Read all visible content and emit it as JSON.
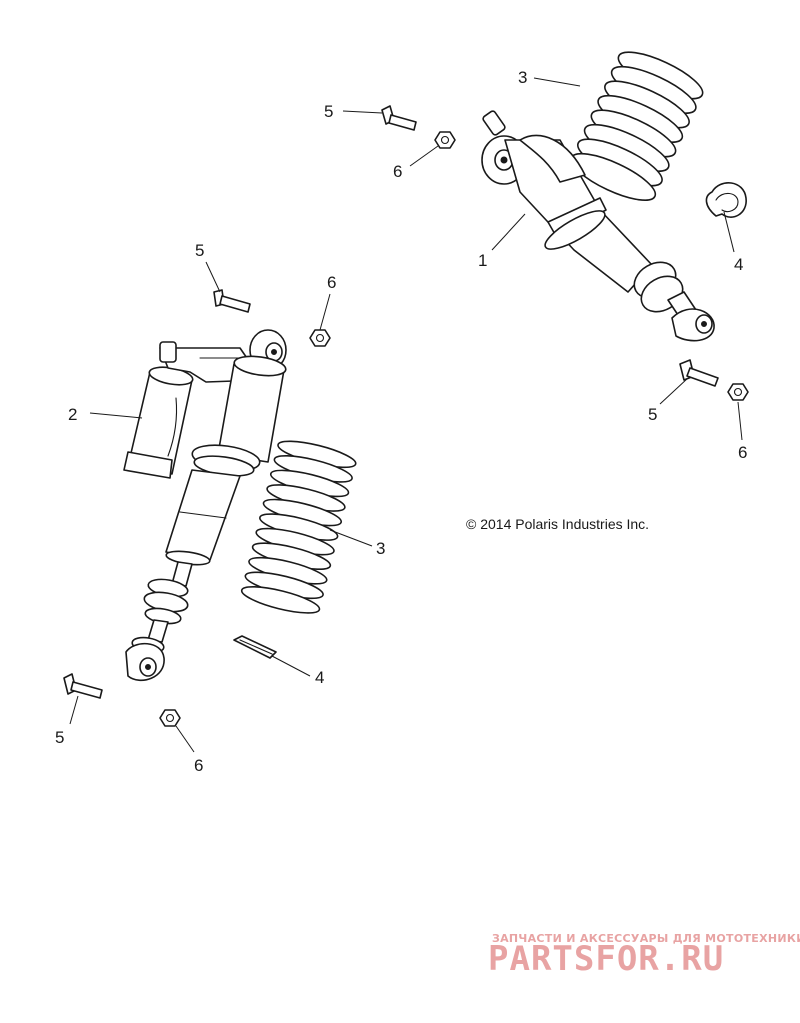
{
  "diagram": {
    "copyright": "© 2014 Polaris Industries Inc.",
    "callouts": {
      "right_shock": "1",
      "left_shock": "2",
      "right_spring": "3",
      "left_spring": "3",
      "right_clip": "4",
      "left_clip": "4",
      "right_top_bolt": "5",
      "left_top_bolt": "5",
      "right_bottom_bolt": "5",
      "left_bottom_bolt": "5",
      "right_top_nut": "6",
      "left_top_nut": "6",
      "right_bottom_nut": "6",
      "left_bottom_nut": "6"
    }
  },
  "watermark": {
    "tagline": "ЗАПЧАСТИ И АКСЕССУАРЫ ДЛЯ МОТОТЕХНИКИ",
    "brand": "PARTSFOR.RU",
    "color": "#e8a3a3"
  }
}
